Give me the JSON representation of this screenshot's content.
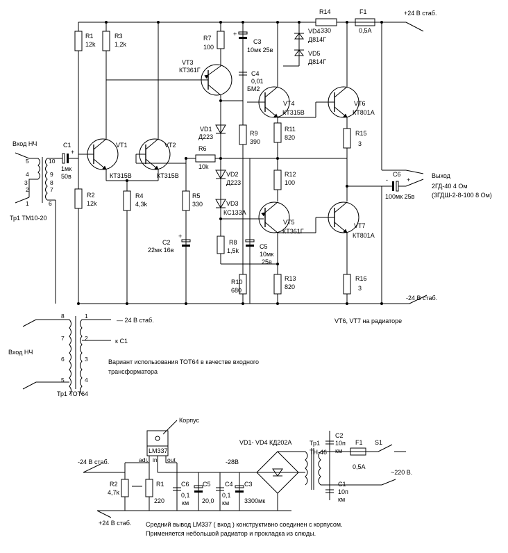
{
  "amplifier": {
    "input": {
      "title": "Вход НЧ",
      "transformer": "Тр1 ТМ10-20",
      "pins": [
        "5",
        "10",
        "4",
        "9",
        "3",
        "8",
        "2",
        "7",
        "1",
        "6"
      ]
    },
    "supply_pos": "+24 В стаб.",
    "supply_neg": "-24 В стаб.",
    "output": {
      "title": "Выход",
      "speaker_line1": "2ГД-40   4 Ом",
      "speaker_line2": "(3ГДШ-2-8-100   8 Ом)"
    },
    "heatsink_note": "VT6, VT7 на радиаторе",
    "parts": {
      "R1": {
        "ref": "R1",
        "value": "12k"
      },
      "R2": {
        "ref": "R2",
        "value": "12k"
      },
      "R3": {
        "ref": "R3",
        "value": "1,2k"
      },
      "R4": {
        "ref": "R4",
        "value": "4,3k"
      },
      "R5": {
        "ref": "R5",
        "value": "330"
      },
      "R6": {
        "ref": "R6",
        "value": "10k"
      },
      "R7": {
        "ref": "R7",
        "value": "100"
      },
      "R8": {
        "ref": "R8",
        "value": "1,5k"
      },
      "R9": {
        "ref": "R9",
        "value": "390"
      },
      "R10": {
        "ref": "R10",
        "value": "680"
      },
      "R11": {
        "ref": "R11",
        "value": "820"
      },
      "R12": {
        "ref": "R12",
        "value": "100"
      },
      "R13": {
        "ref": "R13",
        "value": "820"
      },
      "R14": {
        "ref": "R14",
        "value": "330"
      },
      "R15": {
        "ref": "R15",
        "value": "3"
      },
      "R16": {
        "ref": "R16",
        "value": "3"
      },
      "C1": {
        "ref": "C1",
        "value1": "1мк",
        "value2": "50в"
      },
      "C2": {
        "ref": "C2",
        "value": "22мк 16в"
      },
      "C3": {
        "ref": "C3",
        "value": "10мк 25в"
      },
      "C4": {
        "ref": "C4",
        "value1": "0,01",
        "value2": "БМ2"
      },
      "C5": {
        "ref": "C5",
        "value1": "10мк",
        "value2": "25в"
      },
      "C6": {
        "ref": "C6",
        "value": "100мк 25в"
      },
      "F1": {
        "ref": "F1",
        "value": "0,5А"
      },
      "VT1": {
        "ref": "VT1",
        "type": "КТ315В"
      },
      "VT2": {
        "ref": "VT2",
        "type": "КТ315В"
      },
      "VT3": {
        "ref": "VT3",
        "type": "КТ361Г"
      },
      "VT4": {
        "ref": "VT4",
        "type": "КТ315В"
      },
      "VT5": {
        "ref": "VT5",
        "type": "КТ361Г"
      },
      "VT6": {
        "ref": "VT6",
        "type": "КТ801А"
      },
      "VT7": {
        "ref": "VT7",
        "type": "КТ801А"
      },
      "VD1": {
        "ref": "VD1",
        "type": "Д223"
      },
      "VD2": {
        "ref": "VD2",
        "type": "Д223"
      },
      "VD3": {
        "ref": "VD3",
        "type": "КС133А"
      },
      "VD4": {
        "ref": "VD4",
        "type": "Д814Г"
      },
      "VD5": {
        "ref": "VD5",
        "type": "Д814Г"
      }
    }
  },
  "tot64": {
    "input_label": "Вход НЧ",
    "pins_left": [
      "8",
      "7",
      "6",
      "5"
    ],
    "pins_right": [
      "1",
      "2",
      "3",
      "4"
    ],
    "supply": "— 24 В стаб.",
    "to_c1": "к С1",
    "caption_line1": "Вариант использования ТОТ64 в качестве входного",
    "caption_line2": "трансформатора",
    "tr_label": "Тр1   ТОТ64"
  },
  "psu": {
    "case_label": "Корпус",
    "chip": "LM337",
    "pins": [
      "adj.",
      "in",
      "out"
    ],
    "out_label": "-24 В стаб.",
    "gnd_label": "+24 В стаб.",
    "r2": {
      "ref": "R2",
      "value": "4,7k"
    },
    "r1": {
      "ref": "R1",
      "value": "220"
    },
    "c6": {
      "ref": "C6",
      "value1": "0,1",
      "value2": "км"
    },
    "c5": {
      "ref": "C5",
      "value": "20,0"
    },
    "c4": {
      "ref": "C4",
      "value1": "0,1",
      "value2": "км"
    },
    "c3": {
      "ref": "C3",
      "value": "3300мк"
    },
    "rail": "-28В",
    "bridge": "VD1- VD4  КД202А",
    "tr": "Тр1",
    "tr_type": "ТН-46",
    "c2": {
      "ref": "C2",
      "value1": "10п",
      "value2": "км"
    },
    "c1": {
      "ref": "C1",
      "value1": "10п",
      "value2": "км"
    },
    "fuse": {
      "ref": "F1",
      "value": "0,5А"
    },
    "switch": "S1",
    "mains": "~220 В.",
    "note_line1": "Средний вывод LM337 ( вход ) конструктивно соединен с корпусом.",
    "note_line2": "Применяется небольшой радиатор и прокладка из слюды."
  }
}
